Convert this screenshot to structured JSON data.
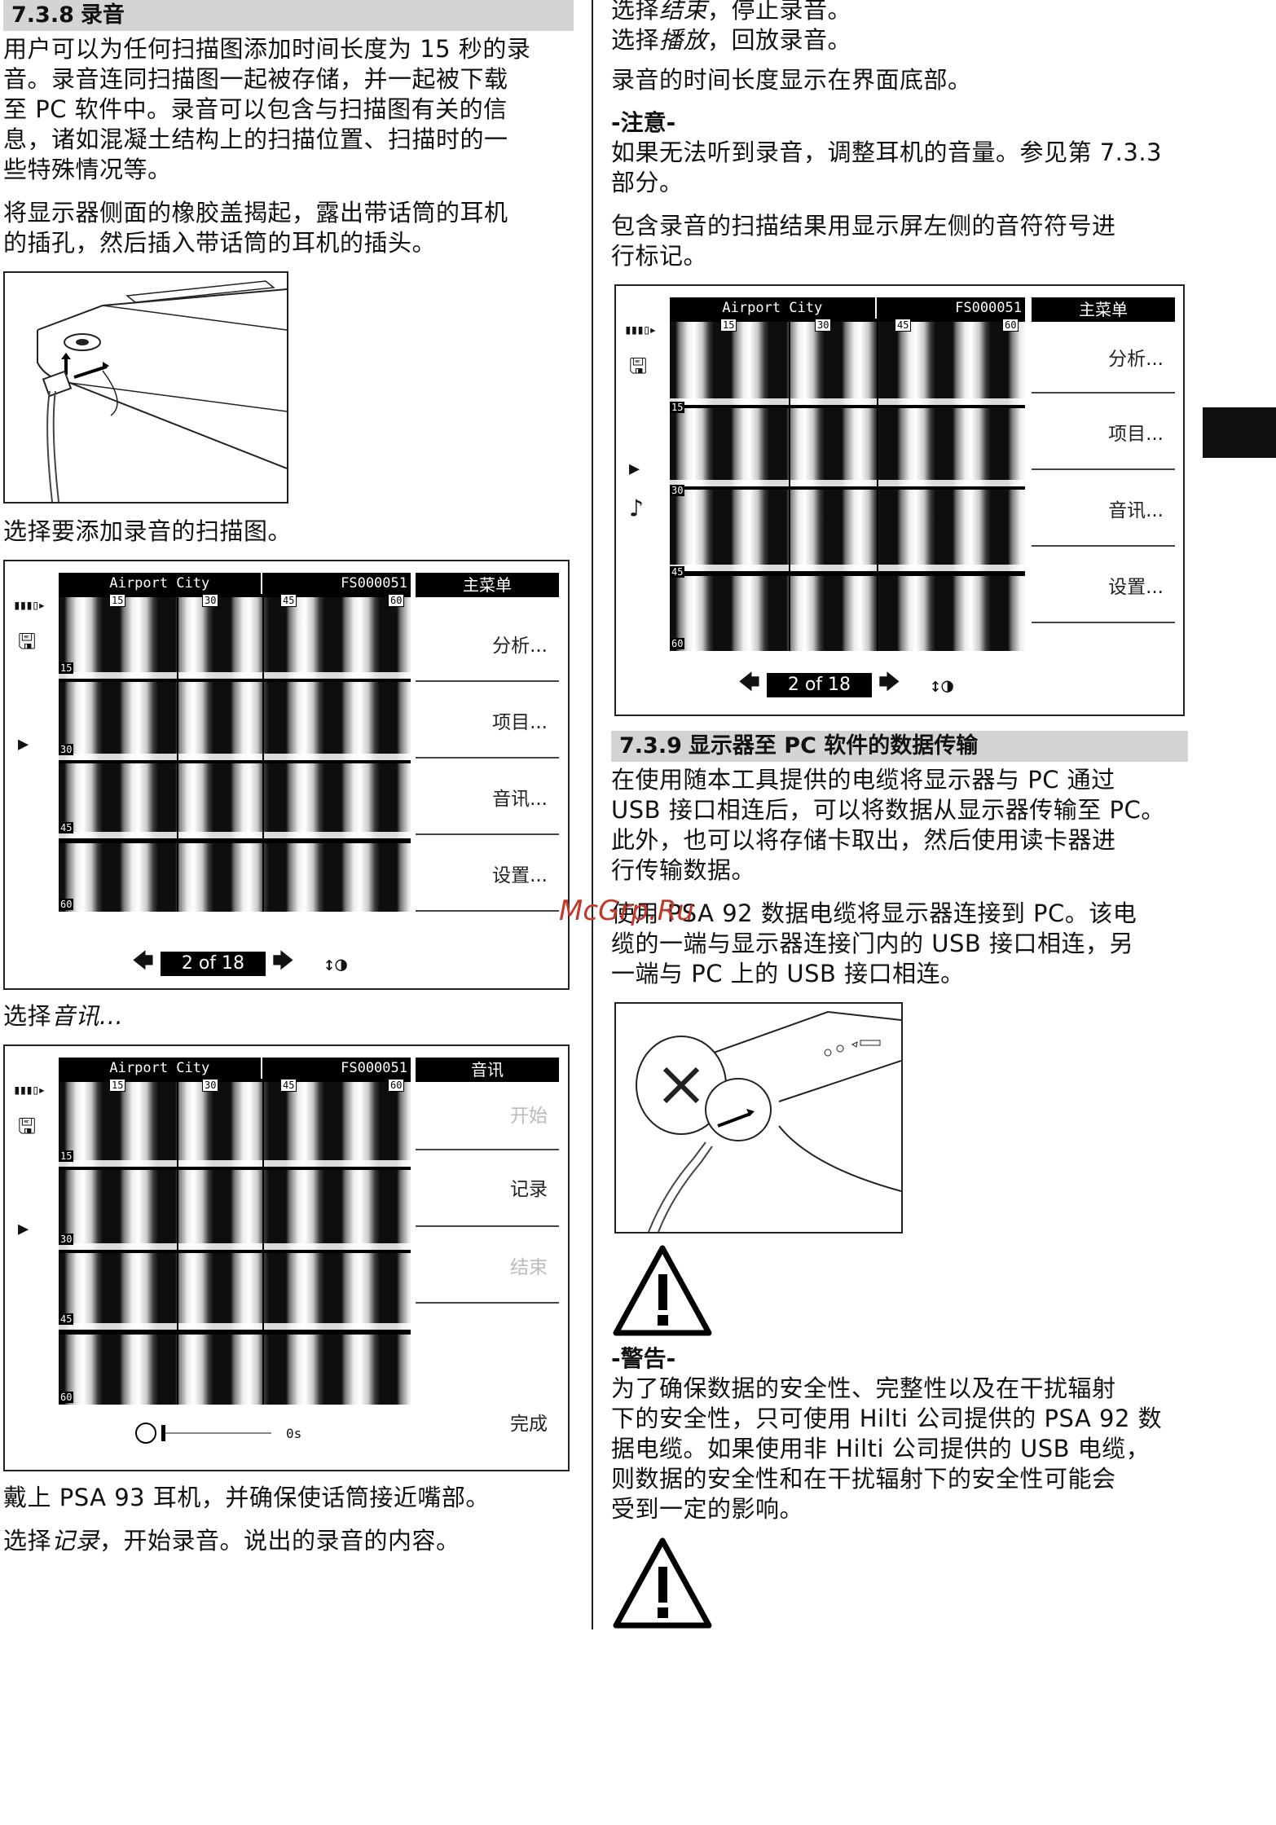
{
  "left": {
    "section": {
      "num": "7.3.8",
      "title": "录音"
    },
    "p1": [
      "用户可以为任何扫描图添加时间长度为 15 秒的录",
      "音。录音连同扫描图一起被存储，并一起被下载",
      "至 PC 软件中。录音可以包含与扫描图有关的信",
      "息，诸如混凝土结构上的扫描位置、扫描时的一",
      "些特殊情况等。"
    ],
    "p2": [
      "将显示器侧面的橡胶盖揭起，露出带话筒的耳机",
      "的插孔，然后插入带话筒的耳机的插头。"
    ],
    "p3": "选择要添加录音的扫描图。",
    "p4_prefix": "选择",
    "p4_em": "音讯...",
    "p5": "戴上 PSA 93 耳机，并确保使话筒接近嘴部。",
    "p6_prefix": "选择",
    "p6_em": "记录",
    "p6_suffix": "，开始录音。说出的录音的内容。"
  },
  "right": {
    "r1_prefix": "选择",
    "r1_em": "结束",
    "r1_suffix": "，停止录音。",
    "r2_prefix": "选择",
    "r2_em": "播放",
    "r2_suffix": "，回放录音。",
    "r3": "录音的时间长度显示在界面底部。",
    "note_head": "-注意-",
    "note": [
      "如果无法听到录音，调整耳机的音量。参见第 7.3.3",
      "部分。"
    ],
    "r4": [
      "包含录音的扫描结果用显示屏左侧的音符符号进",
      "行标记。"
    ],
    "section": {
      "num": "7.3.9",
      "title": "显示器至 PC 软件的数据传输"
    },
    "s2p1": [
      "在使用随本工具提供的电缆将显示器与 PC 通过",
      "USB 接口相连后，可以将数据从显示器传输至 PC。",
      "此外，也可以将存储卡取出，然后使用读卡器进",
      "行传输数据。"
    ],
    "s2p2": [
      "使用 PSA 92 数据电缆将显示器连接到 PC。该电",
      "缆的一端与显示器连接门内的 USB 接口相连，另",
      "一端与 PC 上的 USB 接口相连。"
    ],
    "warn_head": "-警告-",
    "warn": [
      "为了确保数据的安全性、完整性以及在干扰辐射",
      "下的安全性，只可使用 Hilti 公司提供的 PSA 92 数",
      "据电缆。如果使用非 Hilti 公司提供的 USB 电缆，",
      "则数据的安全性和在干扰辐射下的安全性可能会",
      "受到一定的影响。"
    ]
  },
  "screens": {
    "project": "Airport City",
    "scan_id": "FS000051",
    "top_marks": [
      "15",
      "30",
      "45",
      "60"
    ],
    "depth_marks": [
      "15",
      "30",
      "45",
      "60"
    ],
    "page_label": "2 of 18",
    "main_menu": {
      "title": "主菜单",
      "items": [
        "分析...",
        "项目...",
        "音讯...",
        "设置..."
      ]
    },
    "audio_menu": {
      "title": "音讯",
      "items": [
        "开始",
        "记录",
        "结束",
        "完成"
      ],
      "dim": [
        true,
        false,
        true,
        false
      ]
    },
    "timer": "0s"
  },
  "watermark": "McGrp.Ru"
}
